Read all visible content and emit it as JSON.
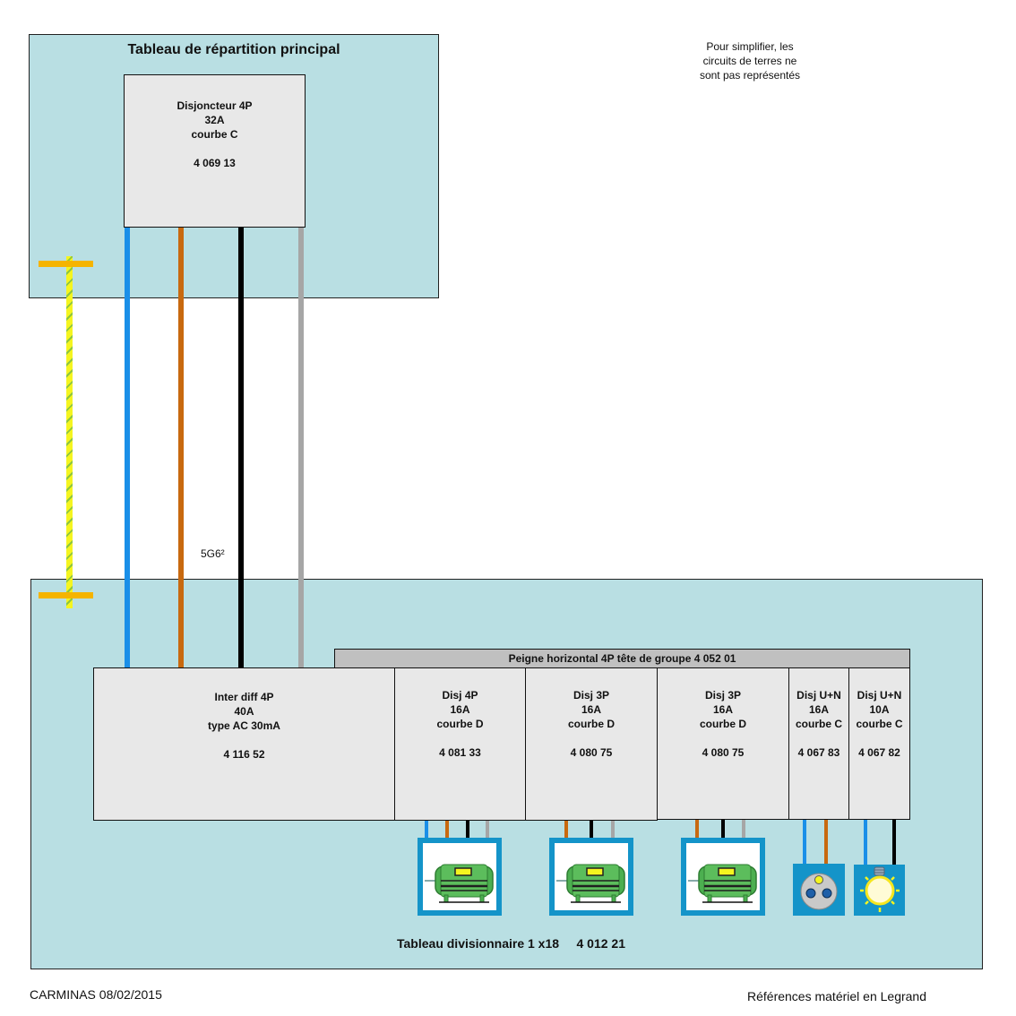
{
  "main_panel": {
    "title": "Tableau de répartition principal",
    "breaker": {
      "label_lines": [
        "Disjoncteur  4P",
        "32A",
        "courbe C"
      ],
      "reference": "4 069 13"
    }
  },
  "note": {
    "lines": [
      "Pour simplifier, les",
      "circuits de terres ne",
      "sont pas représentés"
    ]
  },
  "cable_label": "5G6²",
  "wire_colors": {
    "neutral": "#1a8fe8",
    "phase1": "#c8690f",
    "phase2": "#000000",
    "phase3": "#a6a6a6",
    "earth": "#f5f51f",
    "earth_bar": "#f5b400"
  },
  "sub_panel": {
    "title": "Tableau divisionnaire 1 x18     4 012 21",
    "comb": {
      "label": "Peigne horizontal 4P tête de groupe 4 052 01"
    },
    "modules": [
      {
        "id": "inter-diff",
        "label_lines": [
          "Inter diff 4P",
          "40A",
          "type AC 30mA"
        ],
        "reference": "4 116 52"
      },
      {
        "id": "disj-4p",
        "label_lines": [
          "Disj 4P",
          "16A",
          "courbe D"
        ],
        "reference": "4 081 33"
      },
      {
        "id": "disj-3p-a",
        "label_lines": [
          "Disj 3P",
          "16A",
          "courbe D"
        ],
        "reference": "4 080 75"
      },
      {
        "id": "disj-3p-b",
        "label_lines": [
          "Disj 3P",
          "16A",
          "courbe D"
        ],
        "reference": "4 080 75"
      },
      {
        "id": "disj-un-16",
        "label_lines": [
          "Disj U+N",
          "16A",
          "courbe C"
        ],
        "reference": "4 067 83"
      },
      {
        "id": "disj-un-10",
        "label_lines": [
          "Disj U+N",
          "10A",
          "courbe C"
        ],
        "reference": "4 067 82"
      }
    ],
    "loads": [
      {
        "type": "motor-icon",
        "name": "three-phase motor with neutral"
      },
      {
        "type": "motor-icon",
        "name": "three-phase motor"
      },
      {
        "type": "motor-icon",
        "name": "three-phase motor"
      },
      {
        "type": "socket-icon",
        "name": "power socket"
      },
      {
        "type": "light-bulb-icon",
        "name": "lighting"
      }
    ]
  },
  "footer": {
    "author_date": "CARMINAS 08/02/2015",
    "references": "Références matériel en Legrand"
  }
}
